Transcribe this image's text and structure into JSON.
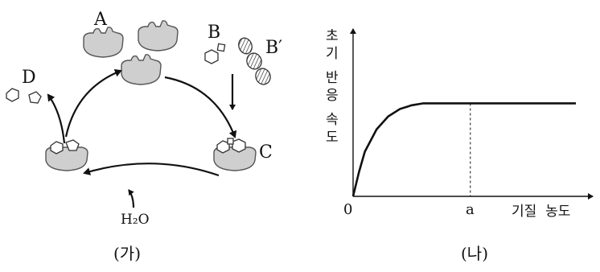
{
  "panel_ga": {
    "caption": "(가)",
    "labels": {
      "a": "A",
      "b": "B",
      "b_prime": "B′",
      "c": "C",
      "d": "D",
      "water": "H₂O"
    }
  },
  "panel_na": {
    "caption": "(나)",
    "y_axis_label": [
      "초",
      "기",
      "반",
      "응",
      "속",
      "도"
    ],
    "x_axis_label": "기질  농도",
    "origin_label": "0",
    "x_marker_label": "a"
  },
  "chart_data": {
    "type": "line",
    "title": "",
    "xlabel": "기질 농도",
    "ylabel": "초기 반응 속도",
    "x_ticks": [
      "0",
      "a"
    ],
    "series": [
      {
        "x": [
          0,
          0.05,
          0.1,
          0.2,
          0.3,
          0.4,
          0.5,
          0.6,
          0.7,
          0.8,
          0.9,
          1.0,
          1.2,
          1.4,
          1.6,
          1.8,
          1.9
        ],
        "y": [
          0,
          0.26,
          0.48,
          0.72,
          0.86,
          0.94,
          0.98,
          1.0,
          1.0,
          1.0,
          1.0,
          1.0,
          1.0,
          1.0,
          1.0,
          1.0,
          1.0
        ]
      }
    ],
    "marker_x": 1.0,
    "xlim": [
      0,
      2.1
    ],
    "ylim": [
      0,
      1.8
    ],
    "grid": false,
    "legend": "none"
  }
}
